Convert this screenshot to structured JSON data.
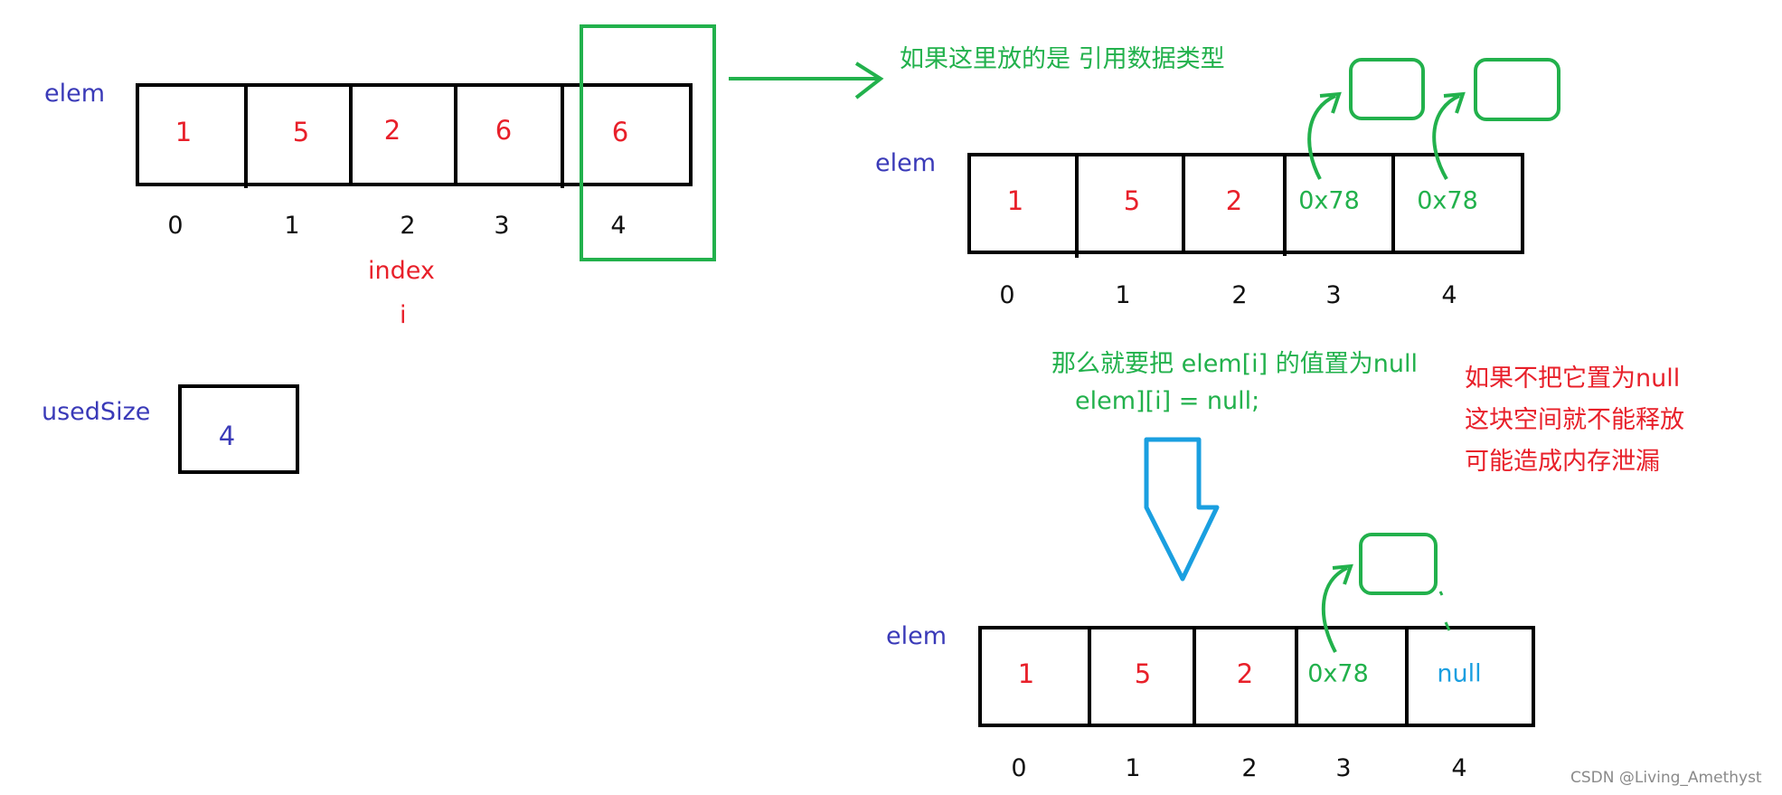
{
  "colors": {
    "black": "#000000",
    "green": "#22b14c",
    "red": "#e8202a",
    "blue_label": "#3a3ab8",
    "cyan": "#1a9fe0"
  },
  "top_left": {
    "array_label": "elem",
    "cells": [
      "1",
      "5",
      "2",
      "6",
      "6"
    ],
    "indices": [
      "0",
      "1",
      "2",
      "3",
      "4"
    ],
    "index_label": "index",
    "i_label": "i"
  },
  "used_size": {
    "label": "usedSize",
    "value": "4"
  },
  "reference_note": "如果这里放的是 引用数据类型",
  "middle": {
    "array_label": "elem",
    "cells": [
      "1",
      "5",
      "2",
      "0x78",
      "0x78"
    ],
    "indices": [
      "0",
      "1",
      "2",
      "3",
      "4"
    ]
  },
  "set_null_note": {
    "line1": "那么就要把 elem[i] 的值置为null",
    "line2": "elem][i] = null;"
  },
  "warning_note": {
    "line1": "如果不把它置为null",
    "line2": "这块空间就不能释放",
    "line3": "可能造成内存泄漏"
  },
  "bottom": {
    "array_label": "elem",
    "cells": [
      "1",
      "5",
      "2",
      "0x78",
      "null"
    ],
    "indices": [
      "0",
      "1",
      "2",
      "3",
      "4"
    ]
  },
  "watermark": "CSDN @Living_Amethyst"
}
